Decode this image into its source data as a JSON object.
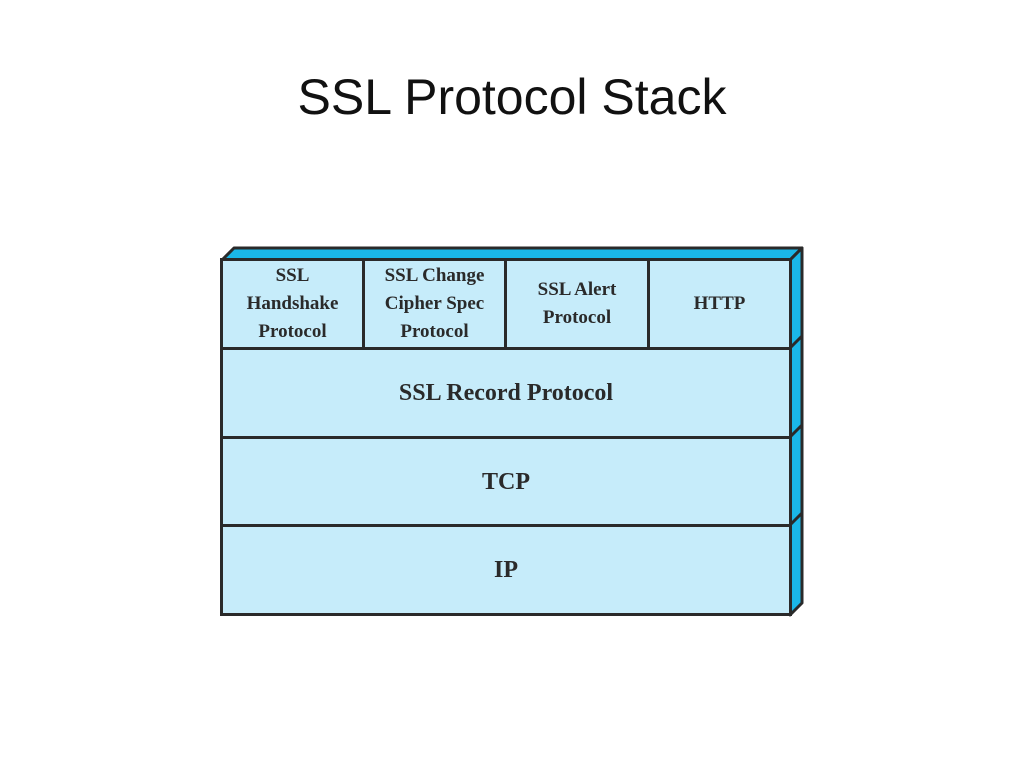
{
  "slide": {
    "title": "SSL Protocol Stack"
  },
  "stack": {
    "top_layer": [
      {
        "label": "SSL\nHandshake\nProtocol"
      },
      {
        "label": "SSL Change\nCipher Spec\nProtocol"
      },
      {
        "label": "SSL Alert\nProtocol"
      },
      {
        "label": "HTTP"
      }
    ],
    "record_layer": "SSL Record Protocol",
    "transport_layer": "TCP",
    "network_layer": "IP"
  },
  "colors": {
    "box_fill": "#c6ecfa",
    "side_fill": "#1ab7e8",
    "outline": "#2a2a2a"
  }
}
